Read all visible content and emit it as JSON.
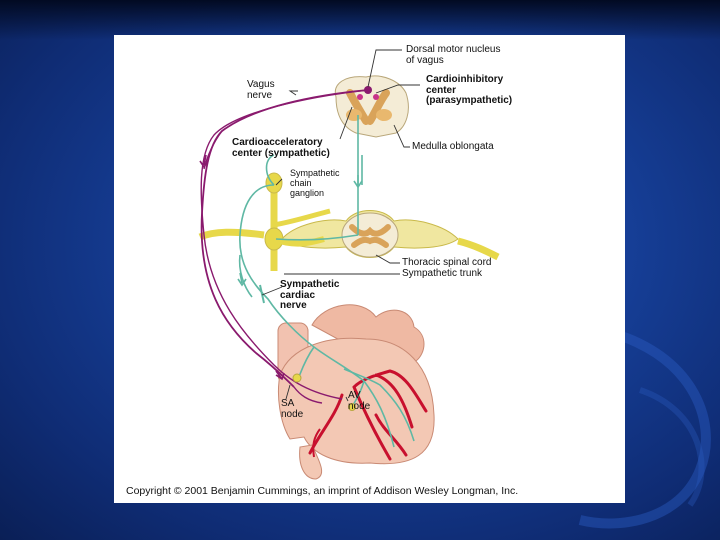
{
  "labels": {
    "dorsal_motor_nucleus": "Dorsal motor nucleus",
    "dorsal_motor_nucleus_2": "of vagus",
    "vagus": "Vagus",
    "vagus_2": "nerve",
    "cardioinhibitory": "Cardioinhibitory",
    "cardioinhibitory_2": "center",
    "cardioinhibitory_3": "(parasympathetic)",
    "cardioacceleratory": "Cardioacceleratory",
    "cardioacceleratory_2": "center (sympathetic)",
    "medulla": "Medulla oblongata",
    "chain_ganglion": "Sympathetic",
    "chain_ganglion_2": "chain",
    "chain_ganglion_3": "ganglion",
    "thoracic_cord": "Thoracic spinal cord",
    "sympathetic_trunk": "Sympathetic trunk",
    "cardiac_nerve": "Sympathetic",
    "cardiac_nerve_2": "cardiac",
    "cardiac_nerve_3": "nerve",
    "sa_node": "SA",
    "sa_node_2": "node",
    "av_node": "AV",
    "av_node_2": "node"
  },
  "copyright": "Copyright © 2001 Benjamin Cummings, an imprint of Addison Wesley Longman, Inc.",
  "colors": {
    "parasympathetic": "#8a1a6e",
    "sympathetic": "#5fb8a4",
    "ganglion": "#e7d84a",
    "heart_fill": "#f3c8b4",
    "coronary": "#c8102e",
    "slide_bg": "#163f98"
  }
}
